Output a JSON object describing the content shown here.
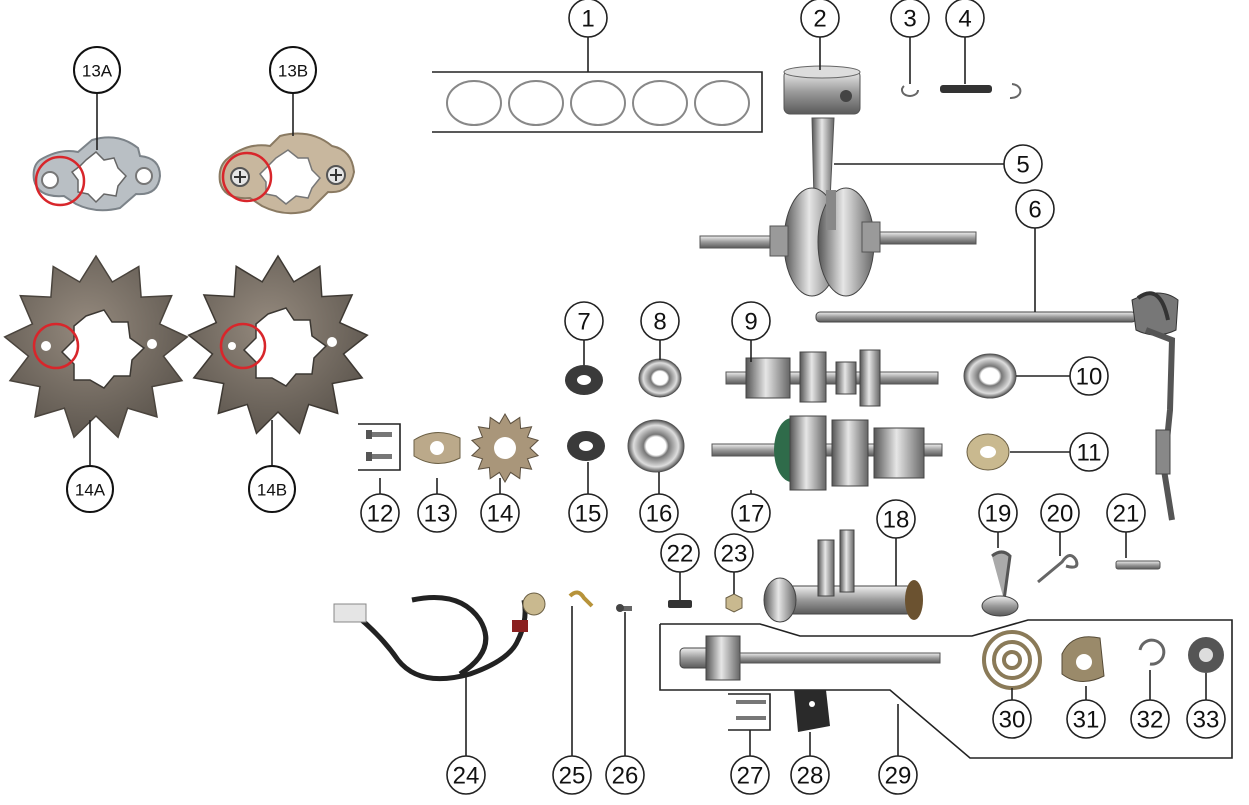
{
  "diagram": {
    "callouts": [
      {
        "id": "c1",
        "label": "1"
      },
      {
        "id": "c2",
        "label": "2"
      },
      {
        "id": "c3",
        "label": "3"
      },
      {
        "id": "c4",
        "label": "4"
      },
      {
        "id": "c5",
        "label": "5"
      },
      {
        "id": "c6",
        "label": "6"
      },
      {
        "id": "c7",
        "label": "7"
      },
      {
        "id": "c8",
        "label": "8"
      },
      {
        "id": "c9",
        "label": "9"
      },
      {
        "id": "c10",
        "label": "10"
      },
      {
        "id": "c11",
        "label": "11"
      },
      {
        "id": "c12",
        "label": "12"
      },
      {
        "id": "c13",
        "label": "13"
      },
      {
        "id": "c14",
        "label": "14"
      },
      {
        "id": "c15",
        "label": "15"
      },
      {
        "id": "c16",
        "label": "16"
      },
      {
        "id": "c17",
        "label": "17"
      },
      {
        "id": "c18",
        "label": "18"
      },
      {
        "id": "c19",
        "label": "19"
      },
      {
        "id": "c20",
        "label": "20"
      },
      {
        "id": "c21",
        "label": "21"
      },
      {
        "id": "c22",
        "label": "22"
      },
      {
        "id": "c23",
        "label": "23"
      },
      {
        "id": "c24",
        "label": "24"
      },
      {
        "id": "c25",
        "label": "25"
      },
      {
        "id": "c26",
        "label": "26"
      },
      {
        "id": "c27",
        "label": "27"
      },
      {
        "id": "c28",
        "label": "28"
      },
      {
        "id": "c29",
        "label": "29"
      },
      {
        "id": "c30",
        "label": "30"
      },
      {
        "id": "c31",
        "label": "31"
      },
      {
        "id": "c32",
        "label": "32"
      },
      {
        "id": "c33",
        "label": "33"
      }
    ],
    "detail_callouts": [
      {
        "id": "d13a",
        "label": "13A"
      },
      {
        "id": "d13b",
        "label": "13B"
      },
      {
        "id": "d14a",
        "label": "14A"
      },
      {
        "id": "d14b",
        "label": "14B"
      }
    ],
    "colors": {
      "metal_light": "#cfcfcf",
      "metal_dark": "#6e6e6e",
      "sprocket": "#7a7268",
      "gear_green": "#2f6b4a",
      "highlight_red": "#d8262b",
      "wire": "#222222",
      "line": "#222222"
    }
  }
}
